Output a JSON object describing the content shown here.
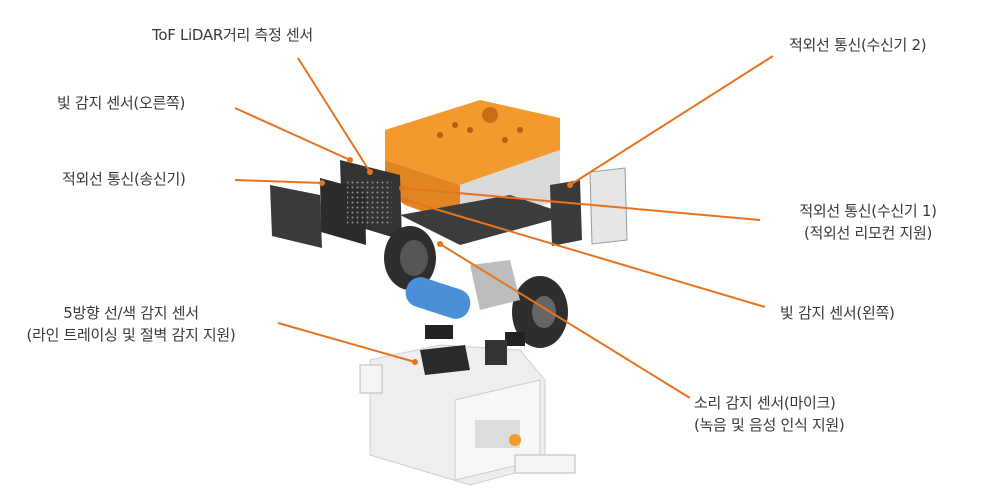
{
  "labels": {
    "tof_lidar": "ToF LiDAR거리 측정 센서",
    "light_right": "빛 감지 센서(오른쪽)",
    "ir_transmitter": "적외선 통신(송신기)",
    "line_color_sensor": [
      "5방향 선/색 감지 센서",
      "(라인 트레이싱 및 절벽 감지 지원)"
    ],
    "ir_receiver_2": "적외선 통신(수신기 2)",
    "ir_receiver_1": [
      "적외선 통신(수신기 1)",
      "(적외선 리모컨 지원)"
    ],
    "light_left": "빛 감지 센서(왼쪽)",
    "sound_sensor": [
      "소리 감지 센서(마이크)",
      "(녹음 및 음성 인식 지원)"
    ]
  },
  "colors": {
    "leader_line": "#e8731e",
    "body_orange": "#f39a2e",
    "text": "#3a3a3a"
  }
}
